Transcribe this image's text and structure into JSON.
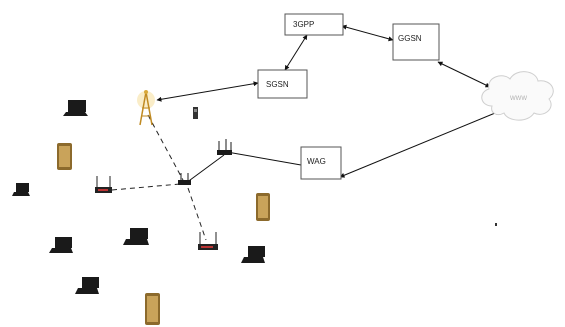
{
  "nodes": {
    "threegpp": {
      "label": "3GPP"
    },
    "ggsn": {
      "label": "GGSN"
    },
    "sgsn": {
      "label": "SGSN"
    },
    "wag": {
      "label": "WAG"
    },
    "cloud": {
      "label": "WWW"
    }
  },
  "colors": {
    "box_border": "#555555",
    "line": "#111111",
    "cloud": "#d0d0d0",
    "device": "#1a1a1a",
    "phone": "#a8843a",
    "tower": "#d9a93a"
  },
  "icons": {
    "tower": "cell-tower-icon",
    "router": "wifi-router-icon",
    "laptop": "laptop-icon",
    "phone": "smartphone-icon",
    "cloud": "cloud-icon"
  }
}
